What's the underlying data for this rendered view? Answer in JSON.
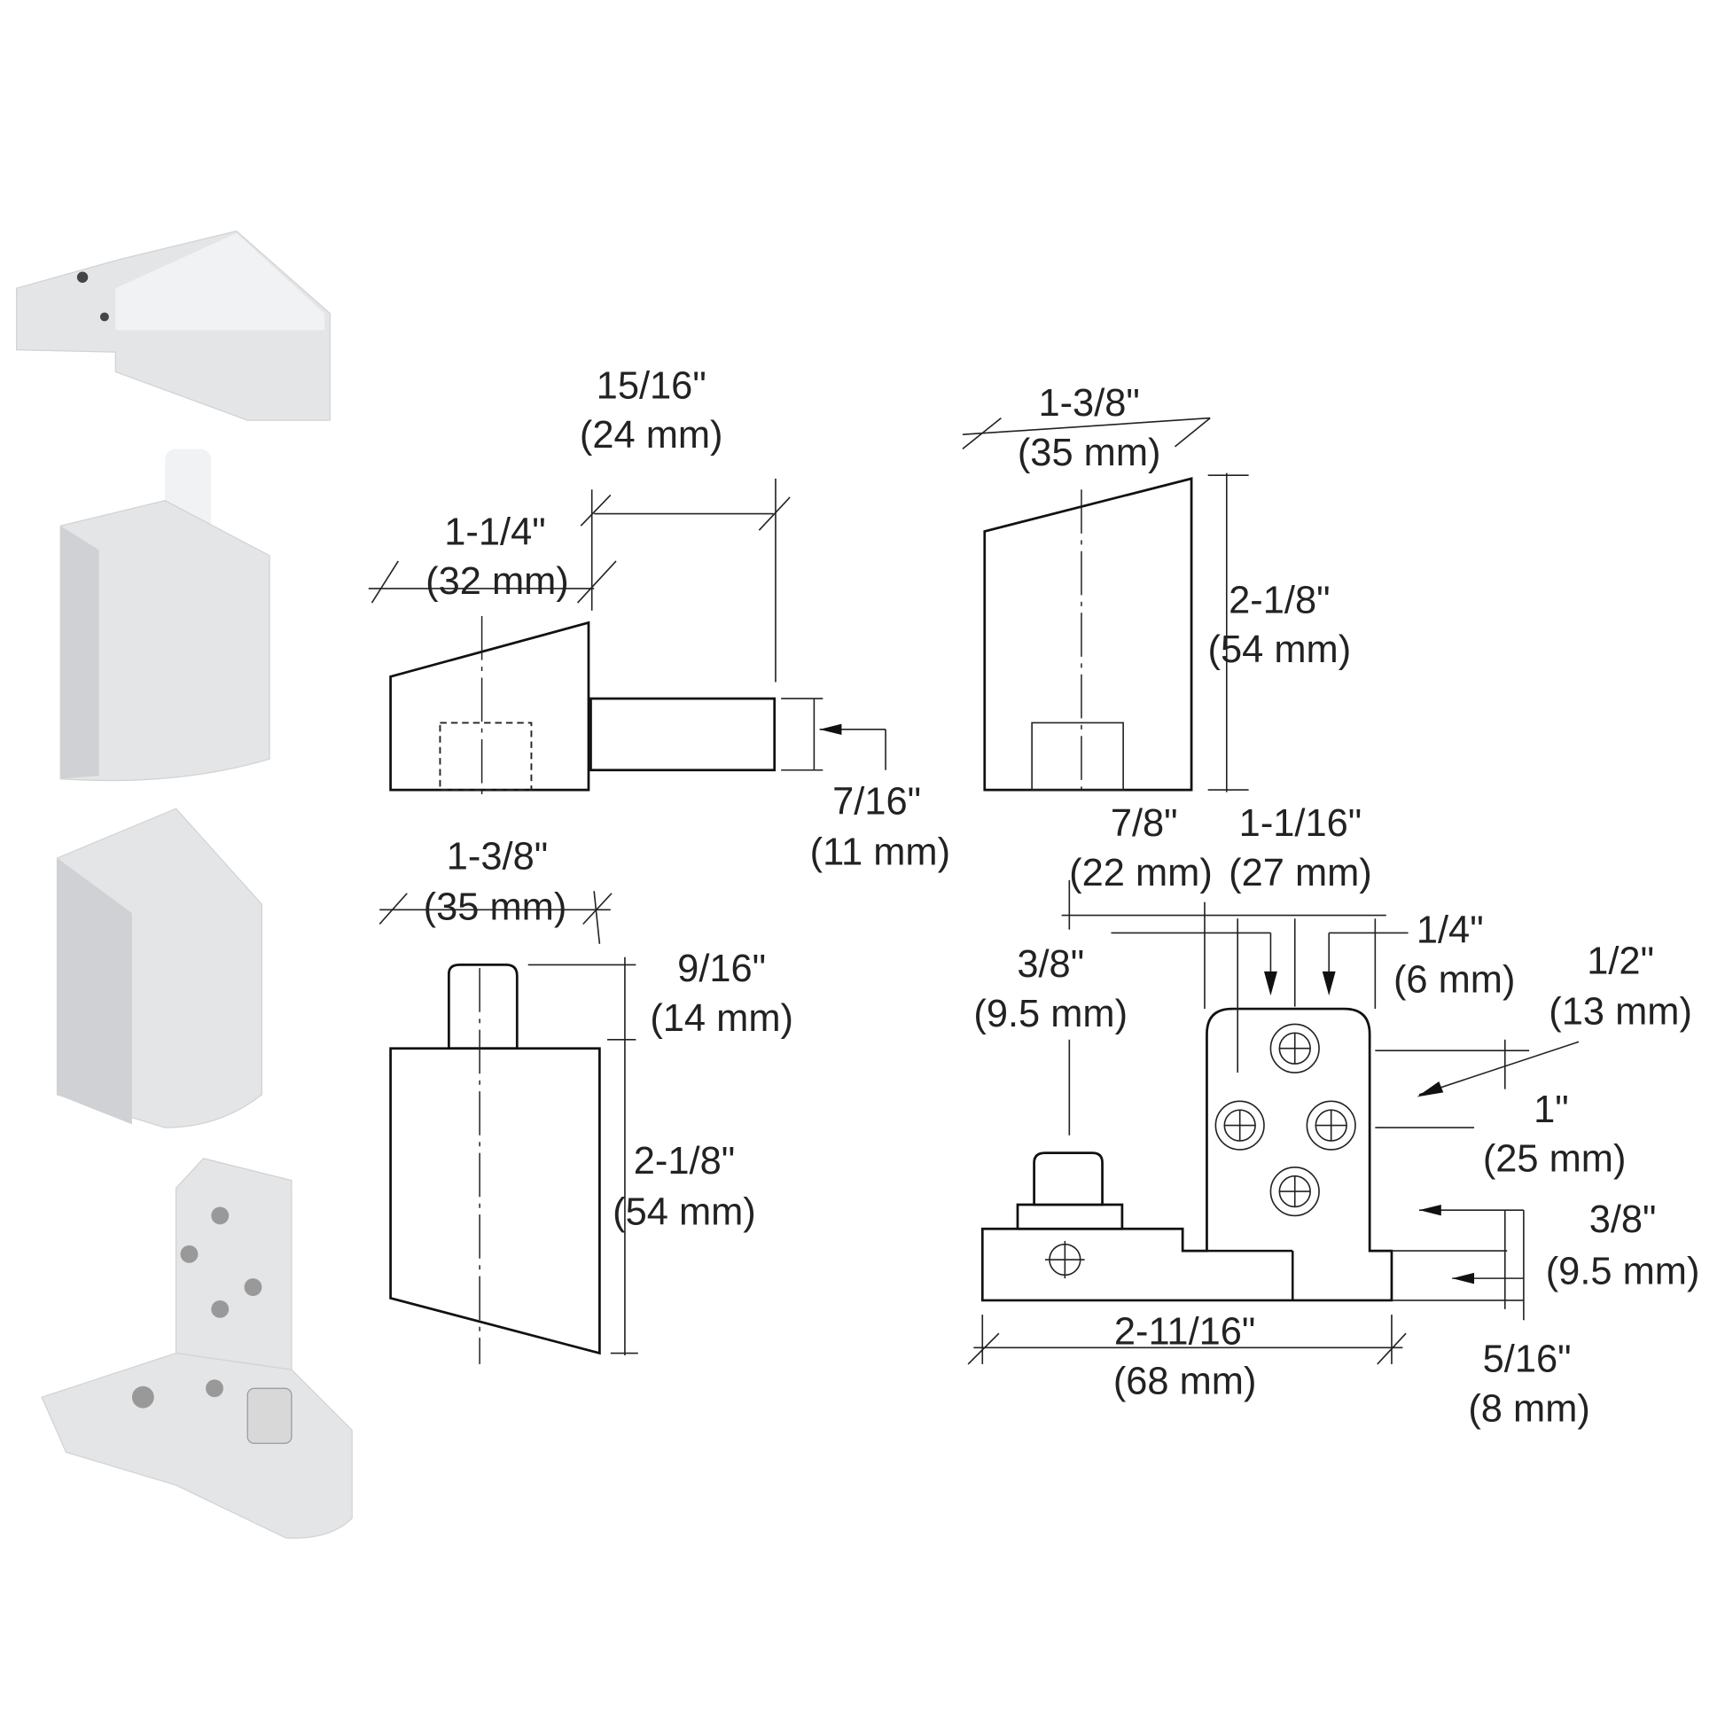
{
  "colors": {
    "line": "#111111",
    "photo_metal": "#e4e5e7",
    "background": "#ffffff"
  },
  "photos": [
    "top-pivot-arm-photo",
    "top-pivot-pin-block-photo",
    "bottom-pivot-cap-photo",
    "bottom-pivot-plate-photo"
  ],
  "dims": {
    "top_left_width": {
      "imperial": "15/16\"",
      "metric": "(24 mm)"
    },
    "top_left_body": {
      "imperial": "1-1/4\"",
      "metric": "(32 mm)"
    },
    "top_left_arm": {
      "imperial": "7/16\"",
      "metric": "(11 mm)"
    },
    "top_right_width": {
      "imperial": "1-3/8\"",
      "metric": "(35 mm)"
    },
    "top_right_height": {
      "imperial": "2-1/8\"",
      "metric": "(54 mm)"
    },
    "bottom_left_width": {
      "imperial": "1-3/8\"",
      "metric": "(35 mm)"
    },
    "bottom_left_pin": {
      "imperial": "9/16\"",
      "metric": "(14 mm)"
    },
    "bottom_left_height": {
      "imperial": "2-1/8\"",
      "metric": "(54 mm)"
    },
    "plate_a": {
      "imperial": "7/8\"",
      "metric": "(22 mm)"
    },
    "plate_b": {
      "imperial": "1-1/16\"",
      "metric": "(27 mm)"
    },
    "plate_c": {
      "imperial": "1/4\"",
      "metric": "(6 mm)"
    },
    "plate_pin": {
      "imperial": "3/8\"",
      "metric": "(9.5 mm)"
    },
    "plate_d": {
      "imperial": "1/2\"",
      "metric": "(13 mm)"
    },
    "plate_e": {
      "imperial": "1\"",
      "metric": "(25 mm)"
    },
    "plate_f": {
      "imperial": "3/8\"",
      "metric": "(9.5 mm)"
    },
    "plate_g": {
      "imperial": "5/16\"",
      "metric": "(8 mm)"
    },
    "plate_length": {
      "imperial": "2-11/16\"",
      "metric": "(68 mm)"
    }
  }
}
